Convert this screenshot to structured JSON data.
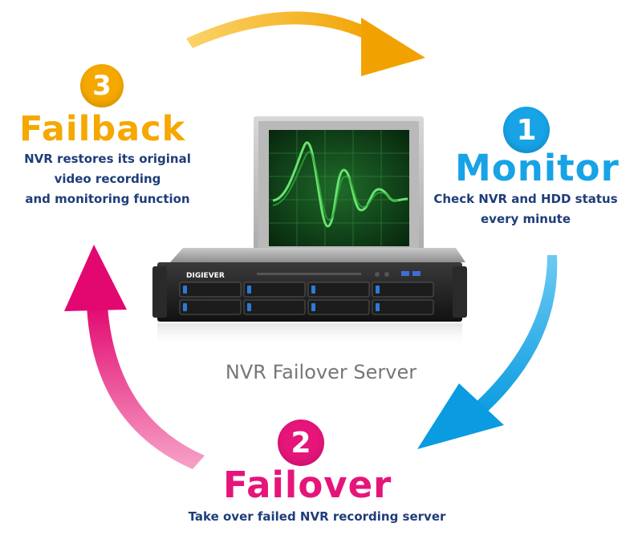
{
  "colors": {
    "failback": "#f5a800",
    "monitor": "#17a3e6",
    "failover": "#e5157a",
    "description": "#1f3d7a",
    "caption": "#777777"
  },
  "steps": {
    "monitor": {
      "number": "1",
      "title": "Monitor",
      "desc": [
        "Check NVR and HDD status",
        "every minute"
      ]
    },
    "failover": {
      "number": "2",
      "title": "Failover",
      "desc": [
        "Take over failed NVR recording server"
      ]
    },
    "failback": {
      "number": "3",
      "title": "Failback",
      "desc": [
        "NVR restores its original",
        "video recording",
        "and monitoring function"
      ]
    }
  },
  "server": {
    "caption": "NVR Failover Server",
    "brand": "DIGIEVER"
  },
  "icons": {
    "arrows": [
      "curved-arrow-failback-to-monitor",
      "curved-arrow-monitor-to-failover",
      "curved-arrow-failover-to-failback"
    ],
    "monitor": "crt-monitor-with-waveform-icon",
    "server": "rackmount-nvr-server-icon"
  }
}
